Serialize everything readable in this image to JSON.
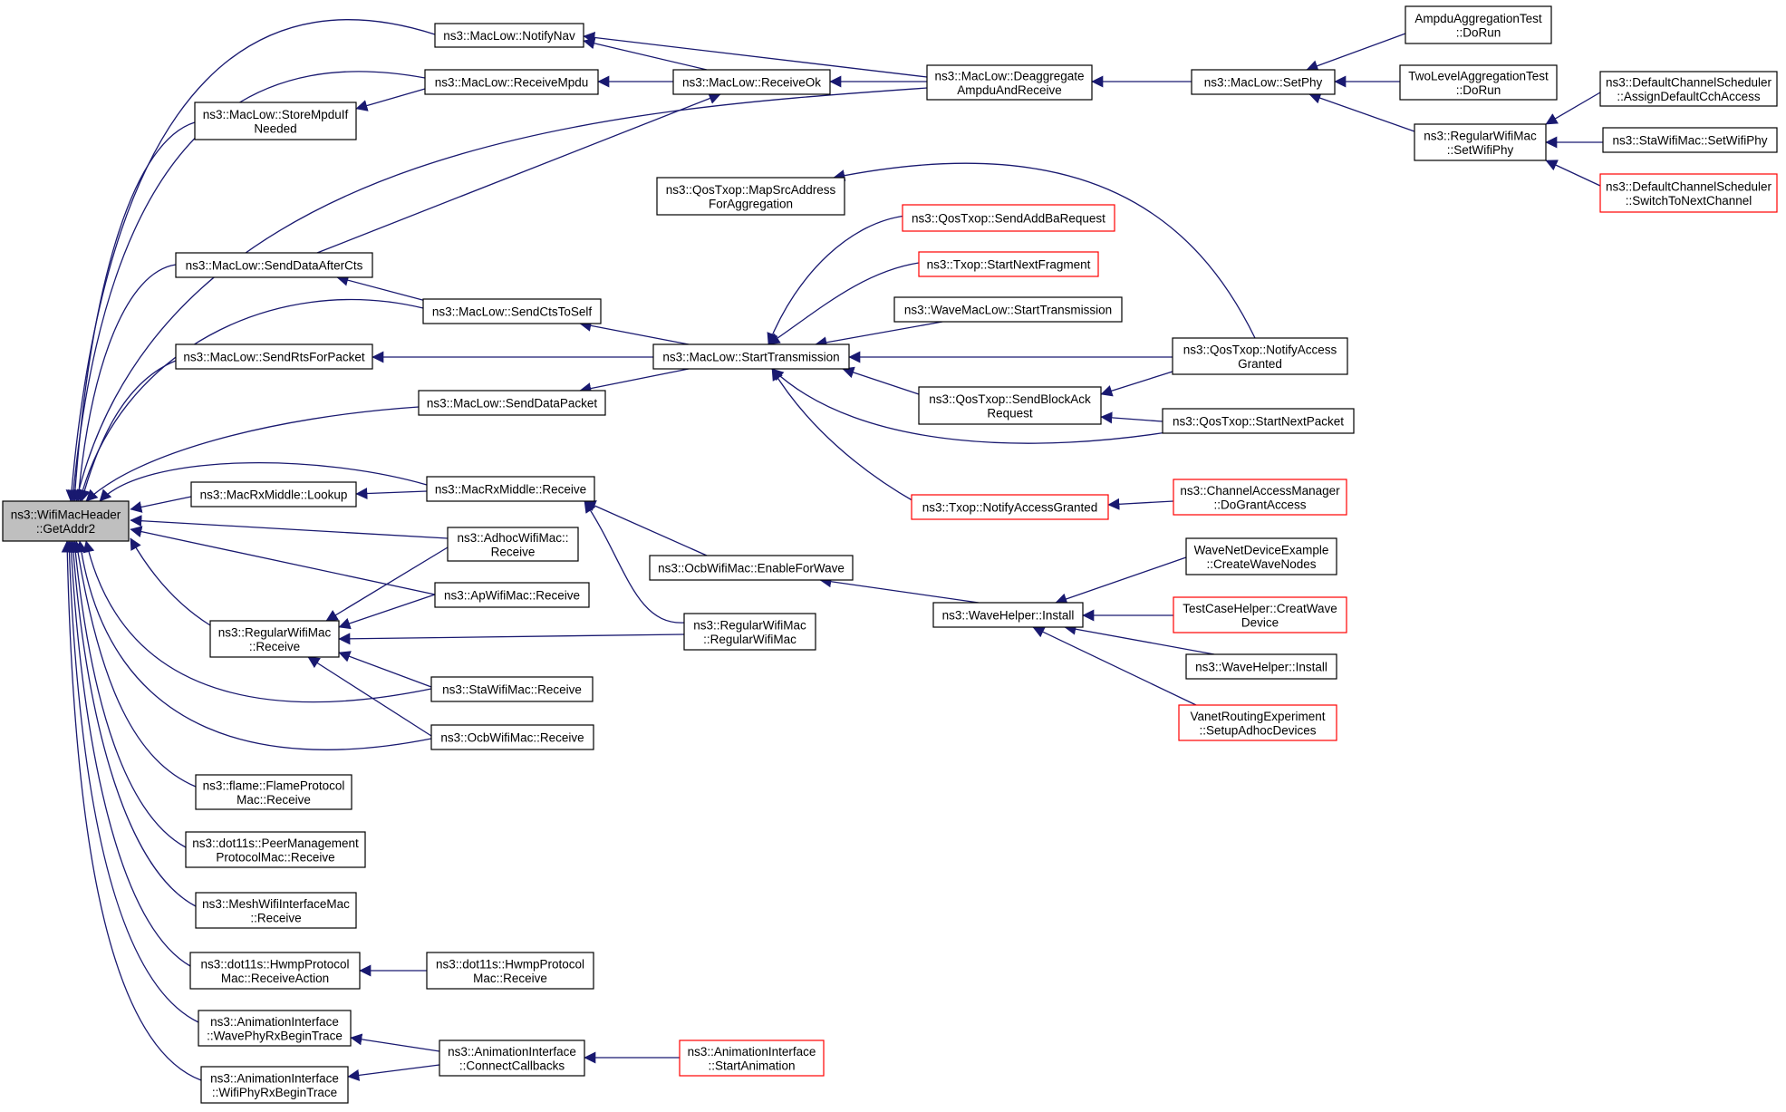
{
  "colors": {
    "edge": "#191970",
    "normal_border": "#000000",
    "truncated_border": "#ff0000",
    "focus_fill": "#bfbfbf"
  },
  "nodes": [
    {
      "id": "root",
      "lines": [
        "ns3::WifiMacHeader",
        "::GetAddr2"
      ],
      "style": "focus"
    },
    {
      "id": "notifyNav",
      "lines": [
        "ns3::MacLow::NotifyNav"
      ]
    },
    {
      "id": "receiveMpdu",
      "lines": [
        "ns3::MacLow::ReceiveMpdu"
      ]
    },
    {
      "id": "storeMpdu",
      "lines": [
        "ns3::MacLow::StoreMpduIf",
        "Needed"
      ]
    },
    {
      "id": "receiveOk",
      "lines": [
        "ns3::MacLow::ReceiveOk"
      ]
    },
    {
      "id": "deaggregate",
      "lines": [
        "ns3::MacLow::Deaggregate",
        "AmpduAndReceive"
      ]
    },
    {
      "id": "setPhy",
      "lines": [
        "ns3::MacLow::SetPhy"
      ]
    },
    {
      "id": "ampduTest",
      "lines": [
        "AmpduAggregationTest",
        "::DoRun"
      ]
    },
    {
      "id": "twoLevelTest",
      "lines": [
        "TwoLevelAggregationTest",
        "::DoRun"
      ]
    },
    {
      "id": "setWifiPhy",
      "lines": [
        "ns3::RegularWifiMac",
        "::SetWifiPhy"
      ]
    },
    {
      "id": "assignCch",
      "lines": [
        "ns3::DefaultChannelScheduler",
        "::AssignDefaultCchAccess"
      ]
    },
    {
      "id": "staSetWifiPhy",
      "lines": [
        "ns3::StaWifiMac::SetWifiPhy"
      ]
    },
    {
      "id": "switchChannel",
      "lines": [
        "ns3::DefaultChannelScheduler",
        "::SwitchToNextChannel"
      ],
      "style": "truncated"
    },
    {
      "id": "mapSrc",
      "lines": [
        "ns3::QosTxop::MapSrcAddress",
        "ForAggregation"
      ]
    },
    {
      "id": "sendAddBa",
      "lines": [
        "ns3::QosTxop::SendAddBaRequest"
      ],
      "style": "truncated"
    },
    {
      "id": "startNextFrag",
      "lines": [
        "ns3::Txop::StartNextFragment"
      ],
      "style": "truncated"
    },
    {
      "id": "waveStartTx",
      "lines": [
        "ns3::WaveMacLow::StartTransmission"
      ]
    },
    {
      "id": "sendDataAfterCts",
      "lines": [
        "ns3::MacLow::SendDataAfterCts"
      ]
    },
    {
      "id": "sendCtsToSelf",
      "lines": [
        "ns3::MacLow::SendCtsToSelf"
      ]
    },
    {
      "id": "sendRts",
      "lines": [
        "ns3::MacLow::SendRtsForPacket"
      ]
    },
    {
      "id": "startTx",
      "lines": [
        "ns3::MacLow::StartTransmission"
      ]
    },
    {
      "id": "notifyAccessGranted",
      "lines": [
        "ns3::QosTxop::NotifyAccess",
        "Granted"
      ]
    },
    {
      "id": "sendDataPacket",
      "lines": [
        "ns3::MacLow::SendDataPacket"
      ]
    },
    {
      "id": "sendBlockAck",
      "lines": [
        "ns3::QosTxop::SendBlockAck",
        "Request"
      ]
    },
    {
      "id": "startNextPacket",
      "lines": [
        "ns3::QosTxop::StartNextPacket"
      ]
    },
    {
      "id": "lookup",
      "lines": [
        "ns3::MacRxMiddle::Lookup"
      ]
    },
    {
      "id": "rxMiddleReceive",
      "lines": [
        "ns3::MacRxMiddle::Receive"
      ]
    },
    {
      "id": "txopNotify",
      "lines": [
        "ns3::Txop::NotifyAccessGranted"
      ],
      "style": "truncated"
    },
    {
      "id": "doGrantAccess",
      "lines": [
        "ns3::ChannelAccessManager",
        "::DoGrantAccess"
      ],
      "style": "truncated"
    },
    {
      "id": "adhocReceive",
      "lines": [
        "ns3::AdhocWifiMac::",
        "Receive"
      ]
    },
    {
      "id": "waveNetDevice",
      "lines": [
        "WaveNetDeviceExample",
        "::CreateWaveNodes"
      ]
    },
    {
      "id": "enableForWave",
      "lines": [
        "ns3::OcbWifiMac::EnableForWave"
      ]
    },
    {
      "id": "apReceive",
      "lines": [
        "ns3::ApWifiMac::Receive"
      ]
    },
    {
      "id": "waveHelperInstall",
      "lines": [
        "ns3::WaveHelper::Install"
      ]
    },
    {
      "id": "testCaseHelper",
      "lines": [
        "TestCaseHelper::CreatWave",
        "Device"
      ],
      "style": "truncated"
    },
    {
      "id": "regularReceive",
      "lines": [
        "ns3::RegularWifiMac",
        "::Receive"
      ]
    },
    {
      "id": "regularCtor",
      "lines": [
        "ns3::RegularWifiMac",
        "::RegularWifiMac"
      ]
    },
    {
      "id": "waveHelperInstall2",
      "lines": [
        "ns3::WaveHelper::Install"
      ]
    },
    {
      "id": "staReceive",
      "lines": [
        "ns3::StaWifiMac::Receive"
      ]
    },
    {
      "id": "vanetRouting",
      "lines": [
        "VanetRoutingExperiment",
        "::SetupAdhocDevices"
      ],
      "style": "truncated"
    },
    {
      "id": "ocbReceive",
      "lines": [
        "ns3::OcbWifiMac::Receive"
      ]
    },
    {
      "id": "flameReceive",
      "lines": [
        "ns3::flame::FlameProtocol",
        "Mac::Receive"
      ]
    },
    {
      "id": "peerReceive",
      "lines": [
        "ns3::dot11s::PeerManagement",
        "ProtocolMac::Receive"
      ]
    },
    {
      "id": "meshReceive",
      "lines": [
        "ns3::MeshWifiInterfaceMac",
        "::Receive"
      ]
    },
    {
      "id": "hwmpReceiveAction",
      "lines": [
        "ns3::dot11s::HwmpProtocol",
        "Mac::ReceiveAction"
      ]
    },
    {
      "id": "hwmpReceive",
      "lines": [
        "ns3::dot11s::HwmpProtocol",
        "Mac::Receive"
      ]
    },
    {
      "id": "waveRxTrace",
      "lines": [
        "ns3::AnimationInterface",
        "::WavePhyRxBeginTrace"
      ]
    },
    {
      "id": "connectCallbacks",
      "lines": [
        "ns3::AnimationInterface",
        "::ConnectCallbacks"
      ]
    },
    {
      "id": "startAnimation",
      "lines": [
        "ns3::AnimationInterface",
        "::StartAnimation"
      ],
      "style": "truncated"
    },
    {
      "id": "wifiRxTrace",
      "lines": [
        "ns3::AnimationInterface",
        "::WifiPhyRxBeginTrace"
      ]
    }
  ]
}
